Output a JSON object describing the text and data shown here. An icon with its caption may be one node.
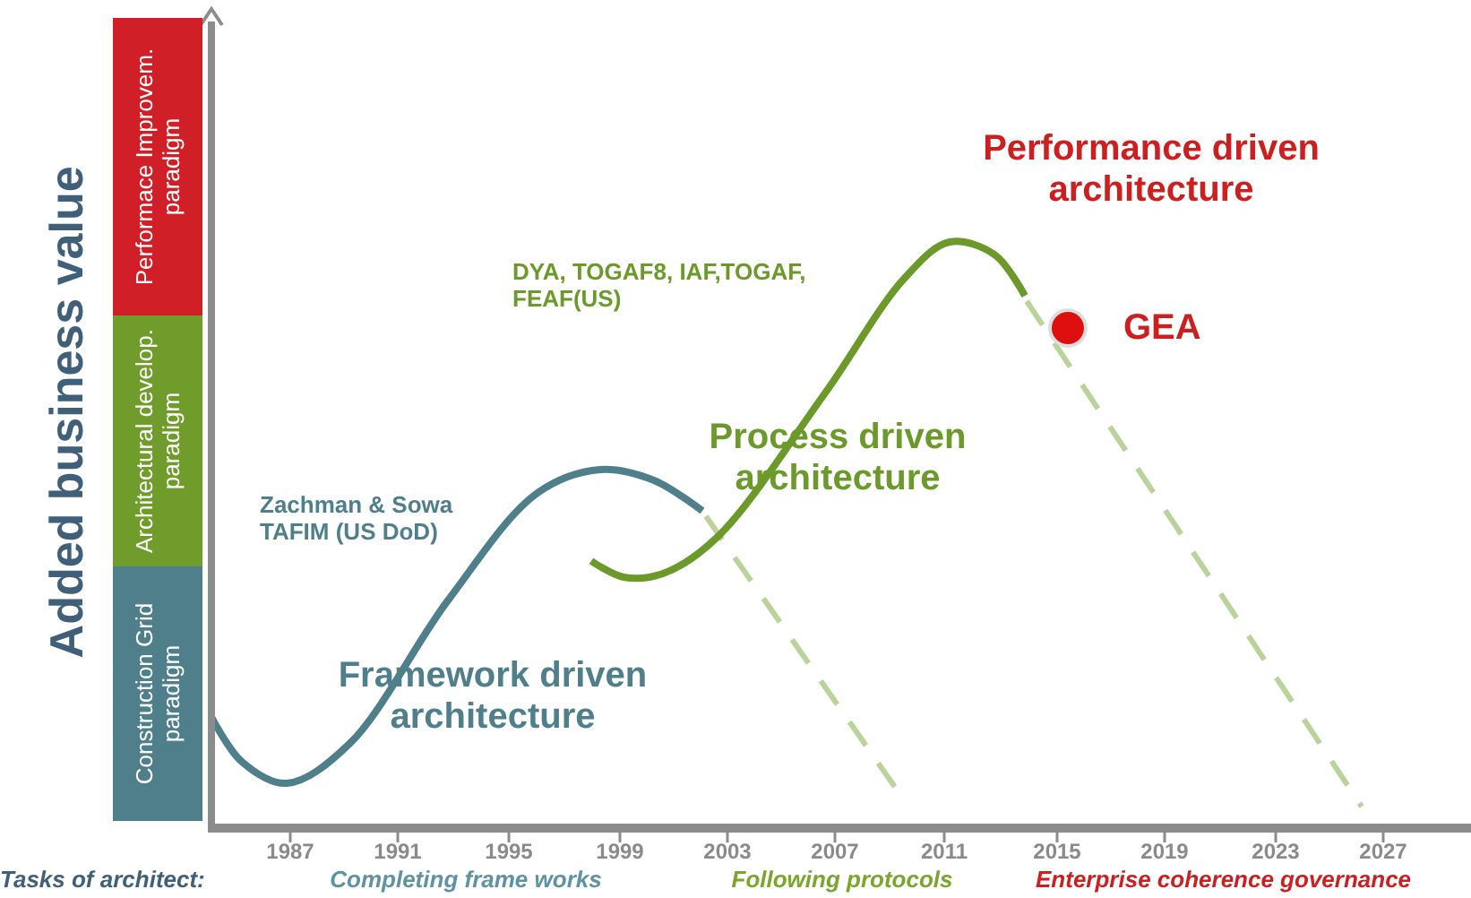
{
  "diagram": {
    "nodes": [
      {
        "text": [
          "Performace Improvem. paradigm"
        ]
      },
      {
        "text": [
          "Architectural develop. paradigm"
        ]
      },
      {
        "text": [
          "Construction Grid paradigm"
        ]
      }
    ],
    "labels": [
      "Added business value",
      "Performance driven architecture",
      "DYA, TOGAF8, IAF,TOGAF, FEAF(US)",
      "GEA",
      "Zachman & Sowa TAFIM (US DoD)",
      "Process driven architecture",
      "Framework driven architecture",
      "1987",
      "1991",
      "1995",
      "1999",
      "2003",
      "2007",
      "2011",
      "2015",
      "2019",
      "2023",
      "2027",
      "Tasks of architect:",
      "Completing frame works",
      "Following protocols",
      "Enterprise coherence governance"
    ]
  }
}
